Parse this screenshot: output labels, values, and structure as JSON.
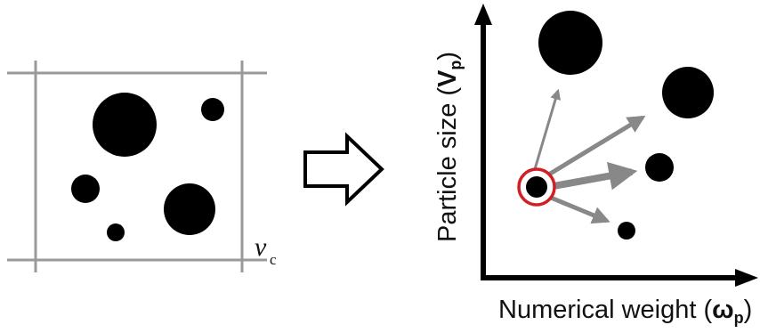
{
  "left_panel": {
    "cell_label": "v",
    "cell_label_sub": "c"
  },
  "right_panel": {
    "y_axis_title": "Particle size (",
    "y_axis_symbol": "V",
    "y_axis_sub": "p",
    "y_axis_close": ")",
    "x_axis_title": "Numerical weight (",
    "x_axis_symbol": "ω",
    "x_axis_sub": "p",
    "x_axis_close": ")"
  },
  "colors": {
    "grid_line": "#999999",
    "particle": "#000000",
    "arrow": "#888888",
    "highlight_ring": "#d21f26"
  }
}
